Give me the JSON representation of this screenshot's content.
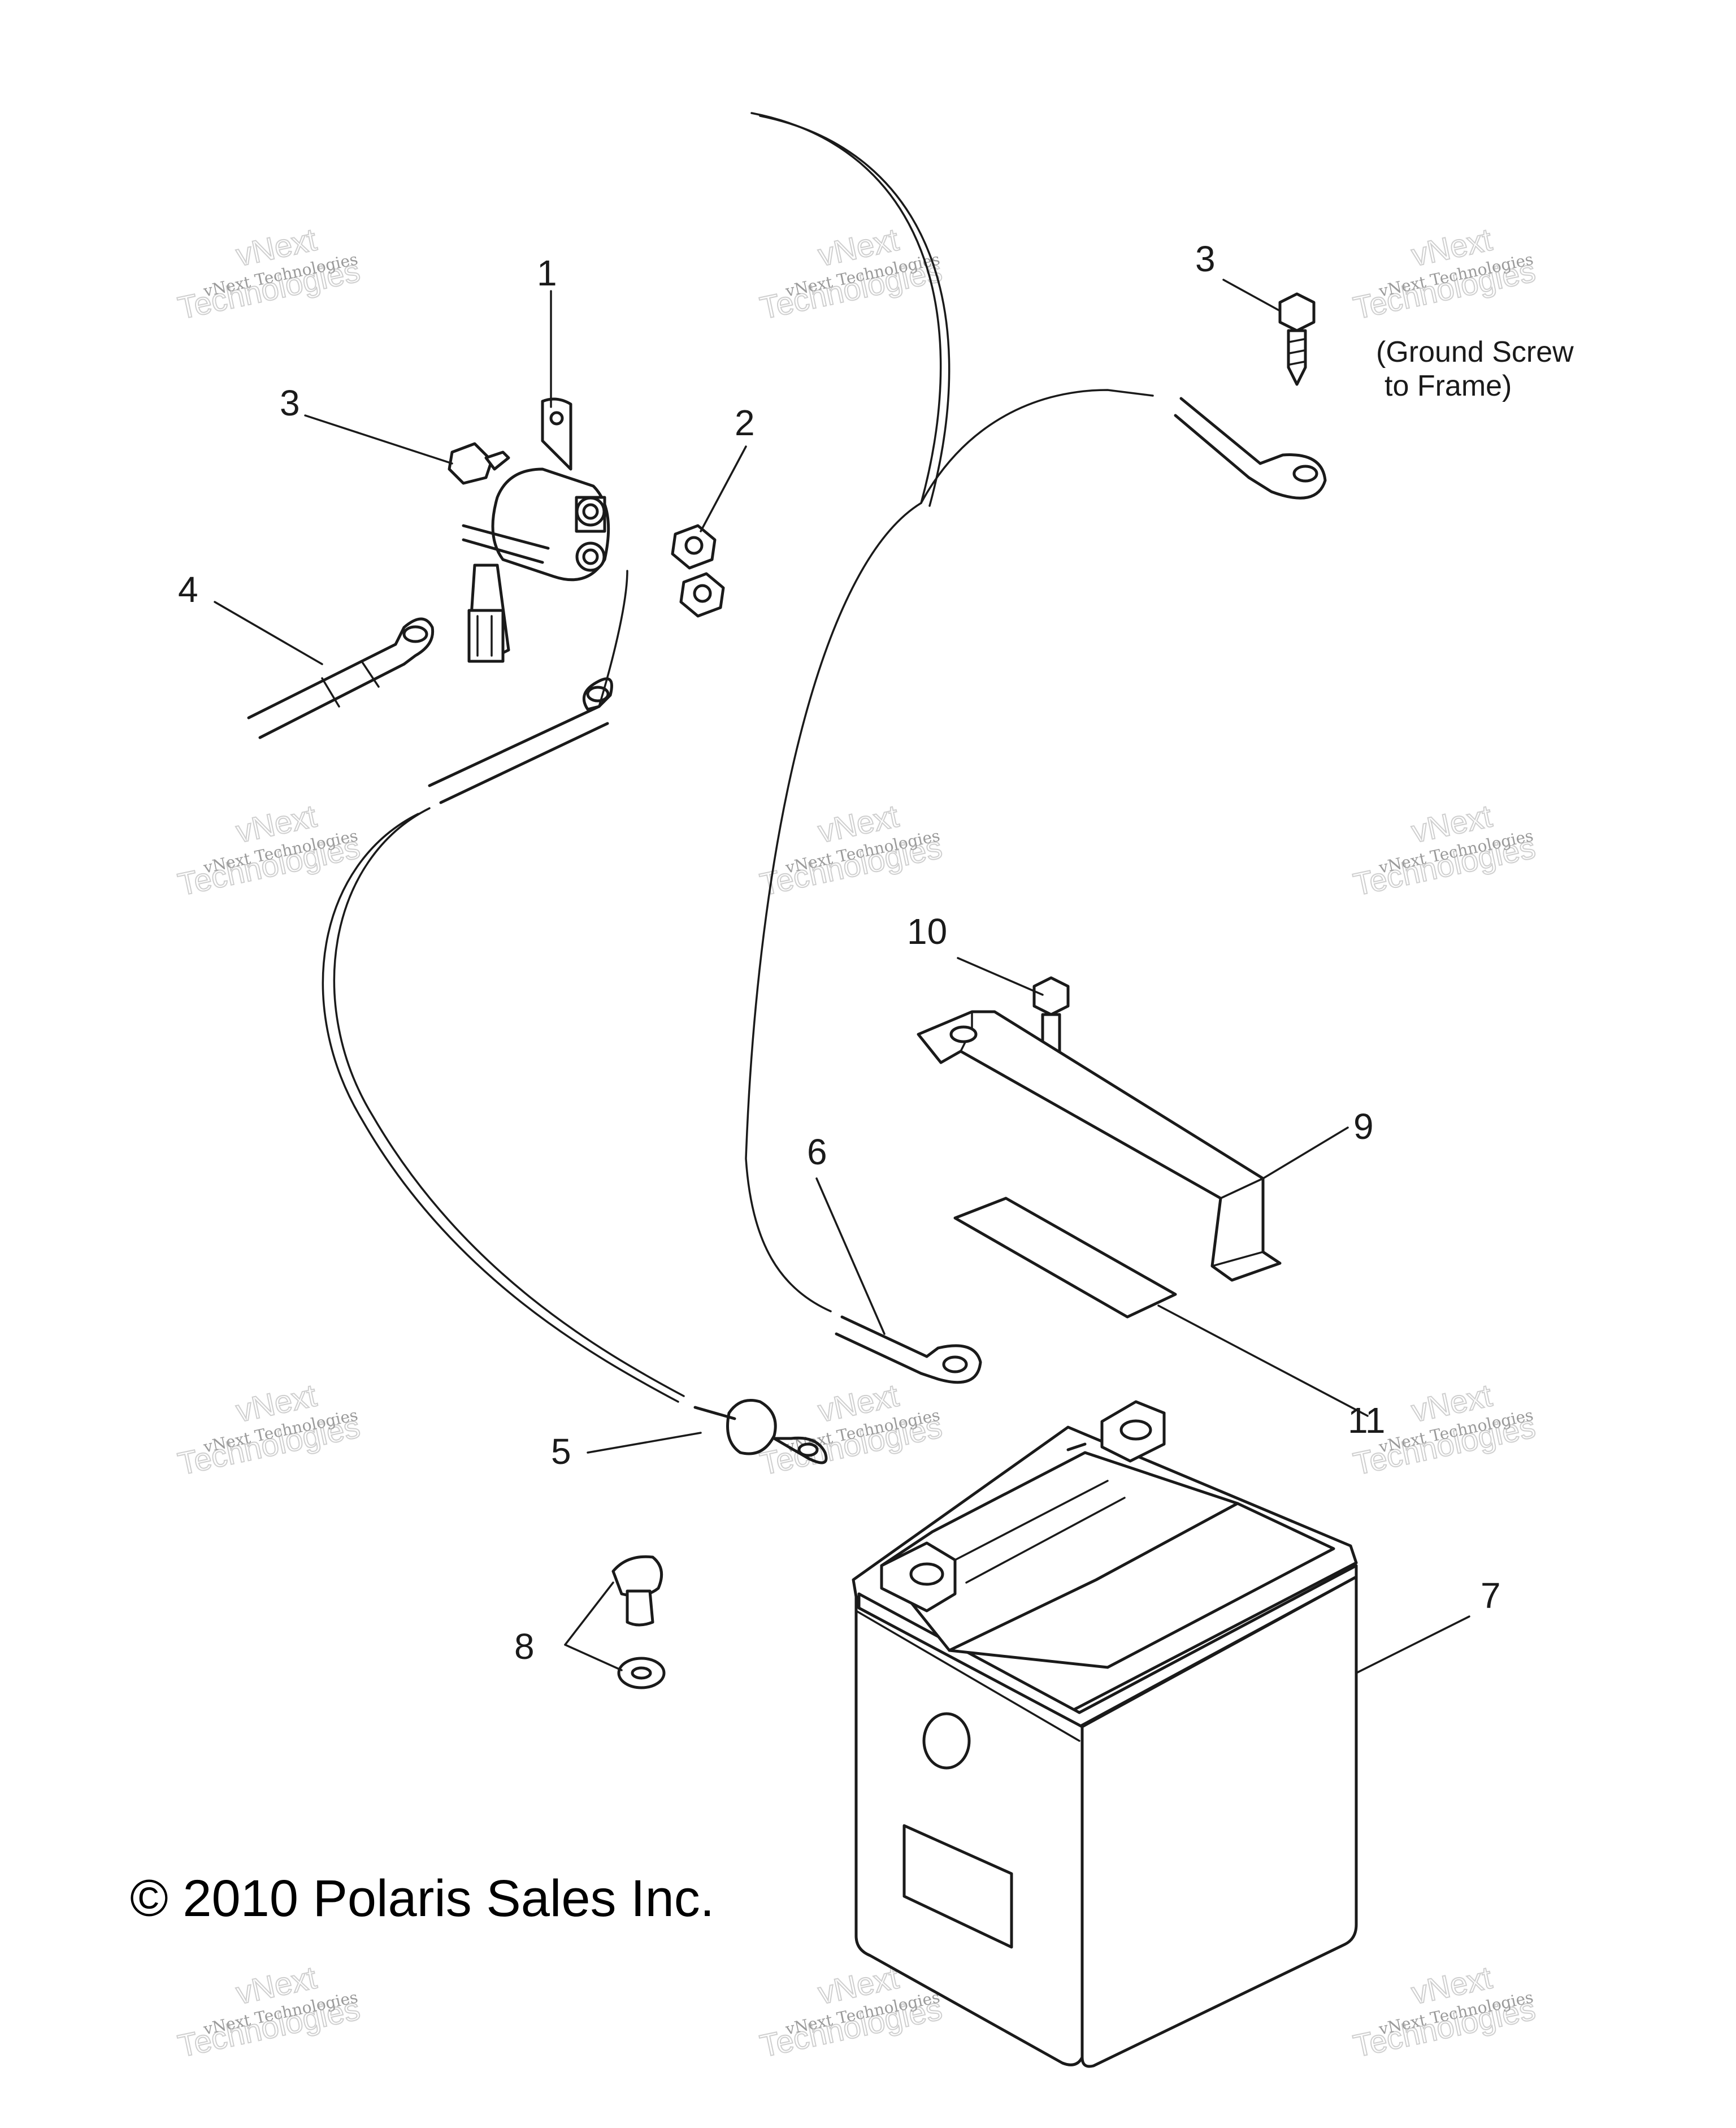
{
  "callouts": {
    "c1": "1",
    "c2": "2",
    "c3a": "3",
    "c3b": "3",
    "c4": "4",
    "c5": "5",
    "c6": "6",
    "c7": "7",
    "c8": "8",
    "c9": "9",
    "c10": "10",
    "c11": "11"
  },
  "note": {
    "line1": "(Ground Screw",
    "line2": "to Frame)"
  },
  "copyright": "© 2010 Polaris Sales Inc.",
  "watermark": {
    "line1": "vNext Technologies",
    "big1": "vNext",
    "big2": "Technologies"
  }
}
